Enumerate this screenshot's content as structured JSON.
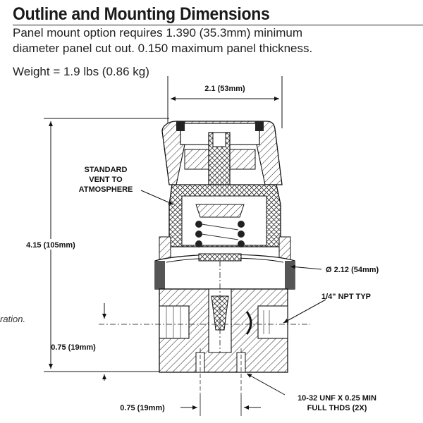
{
  "title": "Outline and Mounting Dimensions",
  "description_lines": [
    "Panel mount option requires 1.390 (35.3mm) minimum",
    "diameter panel cut out. 0.150 maximum panel thickness."
  ],
  "weight": "Weight = 1.9 lbs (0.86 kg)",
  "side_note": "ration.",
  "labels": {
    "top_width": "2.1 (53mm)",
    "vent_1": "STANDARD",
    "vent_2": "VENT TO",
    "vent_3": "ATMOSPHERE",
    "height": "4.15 (105mm)",
    "diameter": "Ø 2.12 (54mm)",
    "npt": "1/4\" NPT TYP",
    "port_height": "0.75 (19mm)",
    "bottom_width": "0.75 (19mm)",
    "thread_1": "10-32 UNF X 0.25 MIN",
    "thread_2": "FULL THDS (2X)"
  }
}
